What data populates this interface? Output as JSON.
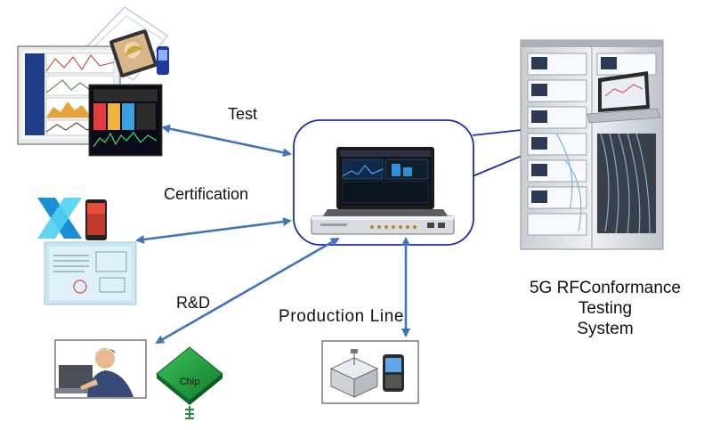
{
  "labels": {
    "test": "Test",
    "certification": "Certification",
    "rd": "R&D",
    "production_line": "Production Line",
    "chip": "Chip",
    "system_line1": "5G RFConformance",
    "system_line2": "Testing",
    "system_line3": "System"
  },
  "colors": {
    "arrow": "#3f74b8",
    "hub_border": "#1c2fa0",
    "cabinet": "#dfe3e8",
    "chip_green": "#1f9a3c"
  }
}
